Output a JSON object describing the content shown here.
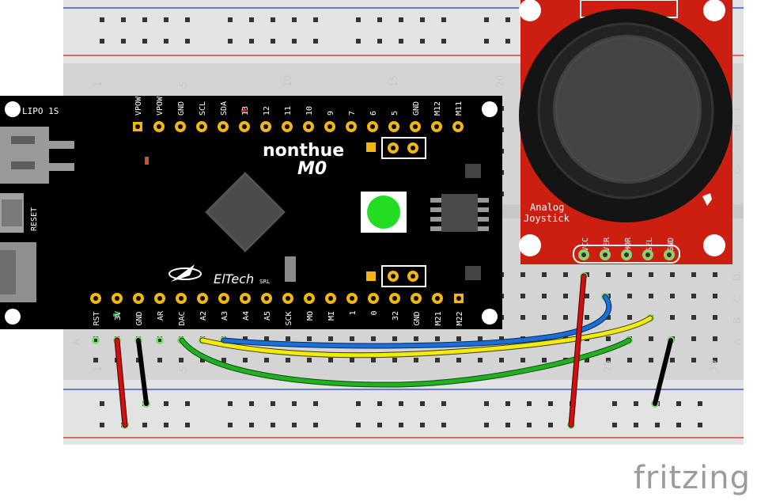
{
  "board": {
    "brand_line1": "nonthue",
    "brand_line2": "M0",
    "lipo_label": "LIPO 1S",
    "reset_label": "RESET",
    "maker_logo": "ElTech",
    "maker_suffix": "SRL",
    "top_pins": [
      "VPOW",
      "VPOW",
      "GND",
      "SCL",
      "SDA",
      "13",
      "12",
      "11",
      "10",
      "9",
      "7",
      "6",
      "5",
      "GND",
      "M12",
      "M11"
    ],
    "bottom_pins": [
      "RST",
      "3V",
      "GND",
      "AR",
      "DAC",
      "A2",
      "A3",
      "A4",
      "A5",
      "SCK",
      "MO",
      "MI",
      "1",
      "0",
      "32",
      "GND",
      "M21",
      "M22"
    ],
    "led_color": "#22dd22",
    "board_color": "#000000",
    "pad_color": "#f2b70f"
  },
  "joystick": {
    "title_line1": "Analog",
    "title_line2": "Joystick",
    "pins": [
      "VCC",
      "VER",
      "HOR",
      "SEL",
      "GND"
    ],
    "board_color": "#cc1f12"
  },
  "breadboard": {
    "column_numbers": [
      "1",
      "5",
      "10",
      "15",
      "20",
      "25",
      "30"
    ],
    "row_letters_top": [
      "J",
      "I",
      "H",
      "G",
      "F"
    ],
    "row_letters_bottom": [
      "E",
      "D",
      "C",
      "B",
      "A"
    ]
  },
  "wires": [
    {
      "name": "vcc-red-wire",
      "color": "#cc1111"
    },
    {
      "name": "ver-blue-wire",
      "color": "#1a6fd6"
    },
    {
      "name": "sel-yellow-wire",
      "color": "#f3ea10"
    },
    {
      "name": "hor-green-wire",
      "color": "#22b022"
    },
    {
      "name": "gnd-black-wire",
      "color": "#222222"
    }
  ],
  "watermark": "fritzing"
}
